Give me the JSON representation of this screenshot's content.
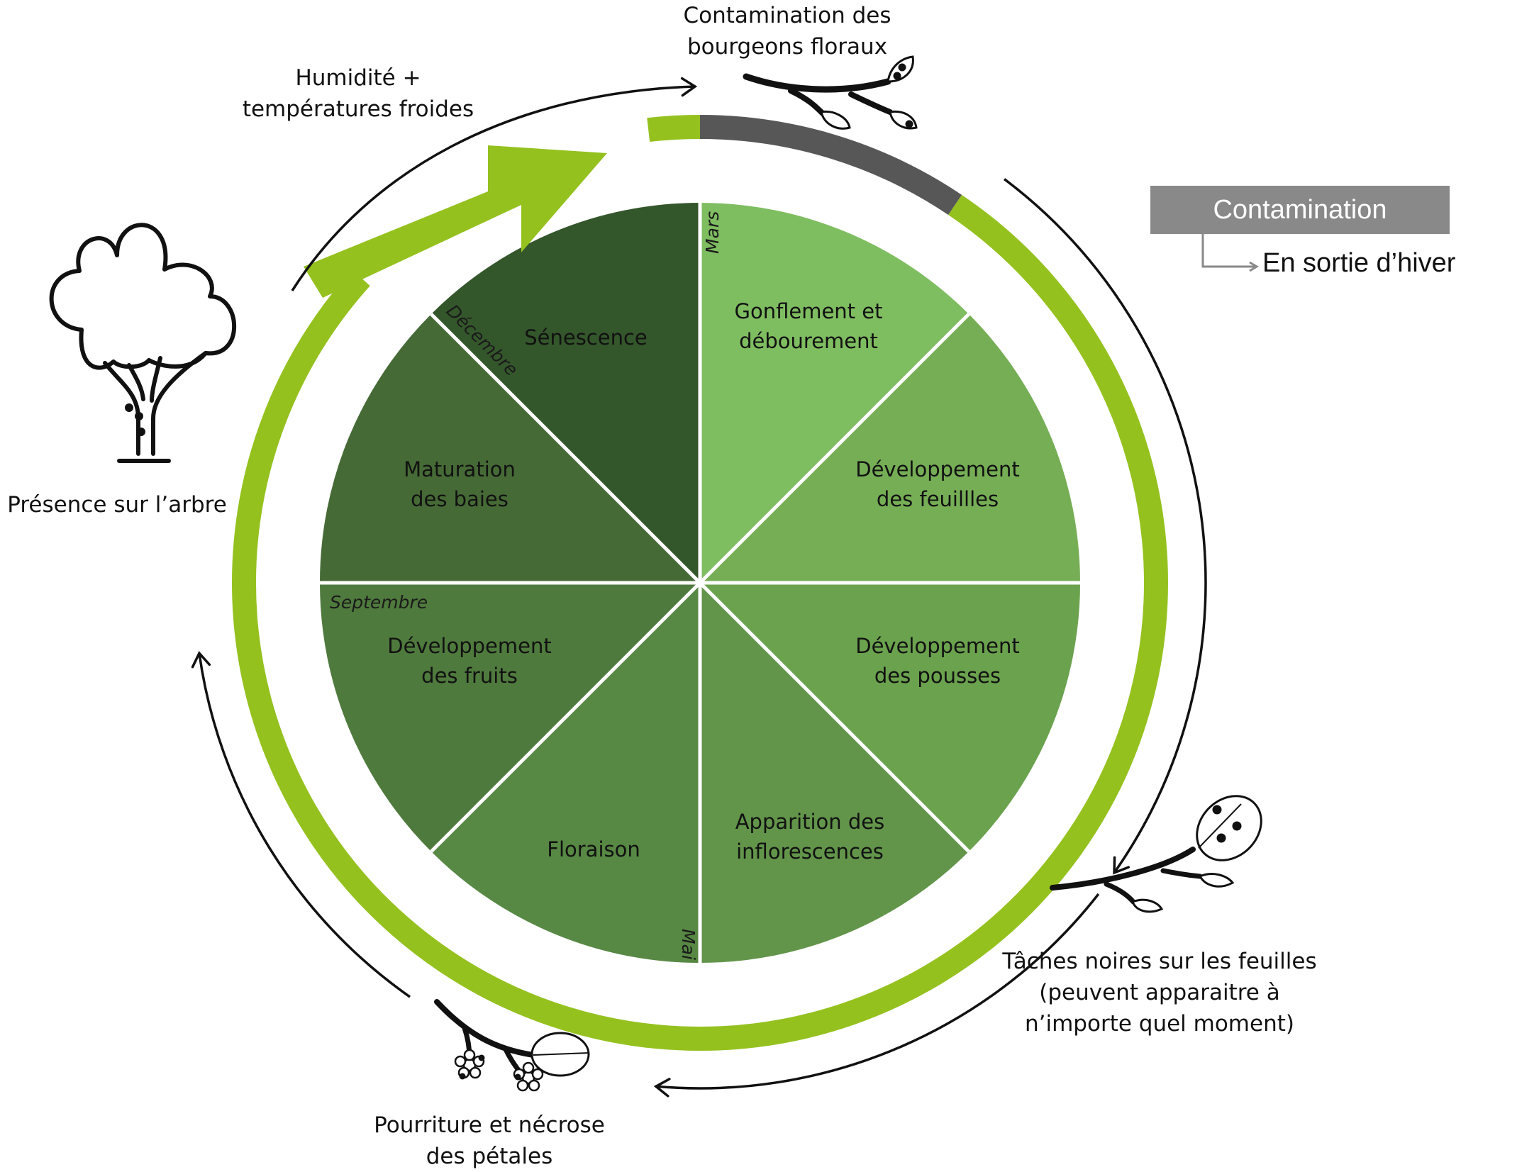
{
  "title": "Cycle de la maladie et stades phénologiques",
  "colors": {
    "ring_green": "#95c11f",
    "ring_gray": "#575757",
    "legend_box": "#898989",
    "sectors": [
      "#7fbd61",
      "#76ae56",
      "#6ba24e",
      "#62954a",
      "#578844",
      "#4f7a3d",
      "#466a36",
      "#34562b"
    ]
  },
  "sectors": [
    {
      "label": "Gonflement et\ndébourement"
    },
    {
      "label": "Développement\ndes feuillles"
    },
    {
      "label": "Développement\ndes pousses"
    },
    {
      "label": "Apparition des\ninflorescences"
    },
    {
      "label": "Floraison"
    },
    {
      "label": "Développement\ndes fruits"
    },
    {
      "label": "Maturation\ndes baies"
    },
    {
      "label": "Sénescence"
    }
  ],
  "months": {
    "mars": "Mars",
    "mai": "Mai",
    "septembre": "Septembre",
    "decembre": "Décembre"
  },
  "annotations": {
    "top": "Contamination des\nbourgeons floraux",
    "top_left": "Humidité +\ntempératures froides",
    "left": "Présence sur l’arbre",
    "right": "Tâches noires sur les feuilles\n(peuvent apparaitre à\nn’importe quel moment)",
    "bottom": "Pourriture et nécrose\ndes pétales"
  },
  "legend": {
    "box_label": "Contamination",
    "sub_label": "En sortie d’hiver"
  },
  "icons": {
    "tree": "tree-icon",
    "buds_branch": "branch-with-buds-icon",
    "leaf_branch": "branch-with-spotted-leaf-icon",
    "flower_branch": "branch-with-flowers-icon"
  }
}
